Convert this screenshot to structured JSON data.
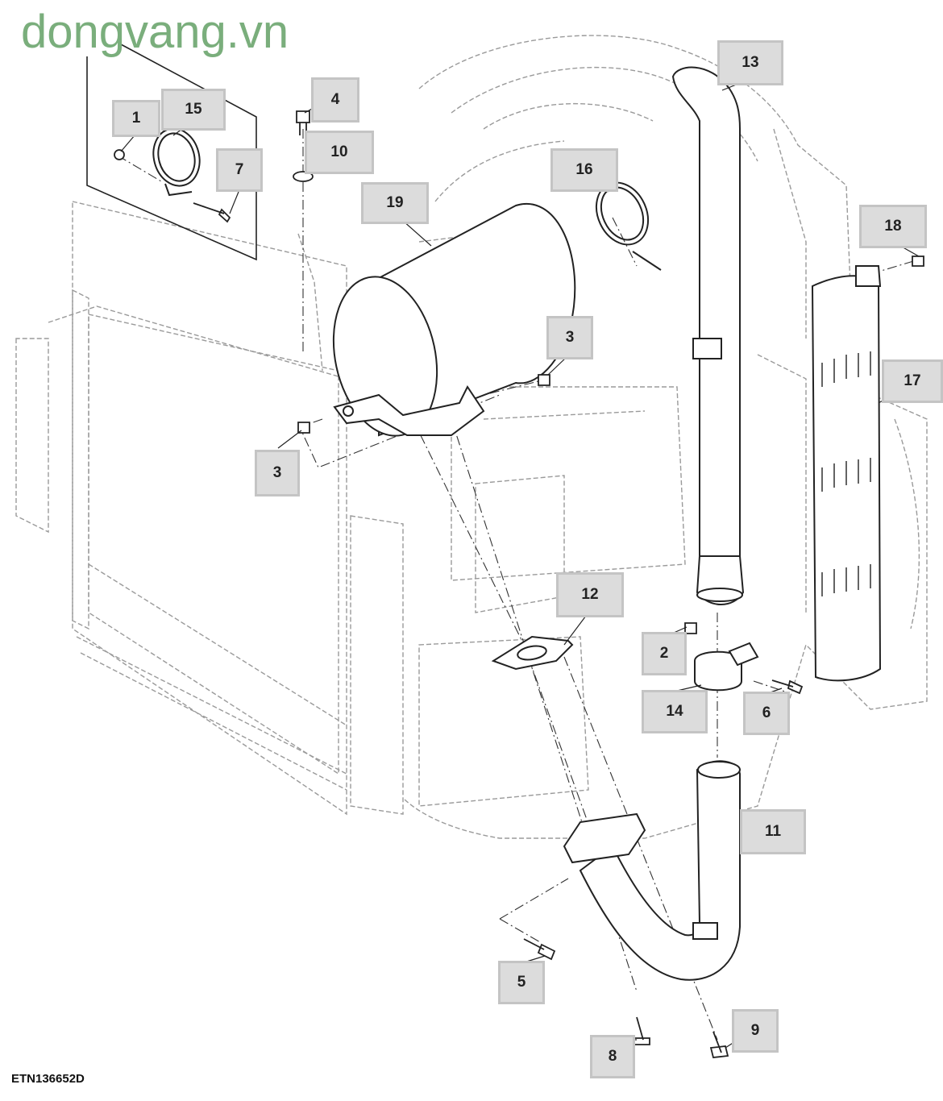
{
  "watermark": "dongvang.vn",
  "figure_id": "ETN136652D",
  "callouts": [
    {
      "key": "c1",
      "label": "1"
    },
    {
      "key": "c15",
      "label": "15"
    },
    {
      "key": "c7",
      "label": "7"
    },
    {
      "key": "c4",
      "label": "4"
    },
    {
      "key": "c10",
      "label": "10"
    },
    {
      "key": "c19",
      "label": "19"
    },
    {
      "key": "c16",
      "label": "16"
    },
    {
      "key": "c13",
      "label": "13"
    },
    {
      "key": "c18",
      "label": "18"
    },
    {
      "key": "c17",
      "label": "17"
    },
    {
      "key": "c3a",
      "label": "3"
    },
    {
      "key": "c3b",
      "label": "3"
    },
    {
      "key": "c12",
      "label": "12"
    },
    {
      "key": "c2",
      "label": "2"
    },
    {
      "key": "c14",
      "label": "14"
    },
    {
      "key": "c6",
      "label": "6"
    },
    {
      "key": "c11",
      "label": "11"
    },
    {
      "key": "c5",
      "label": "5"
    },
    {
      "key": "c8",
      "label": "8"
    },
    {
      "key": "c9",
      "label": "9"
    }
  ],
  "colors": {
    "callout_fill": "#dcdcdc",
    "line": "#222222",
    "ghost": "#9a9a9a",
    "watermark": "#7aae7c"
  }
}
